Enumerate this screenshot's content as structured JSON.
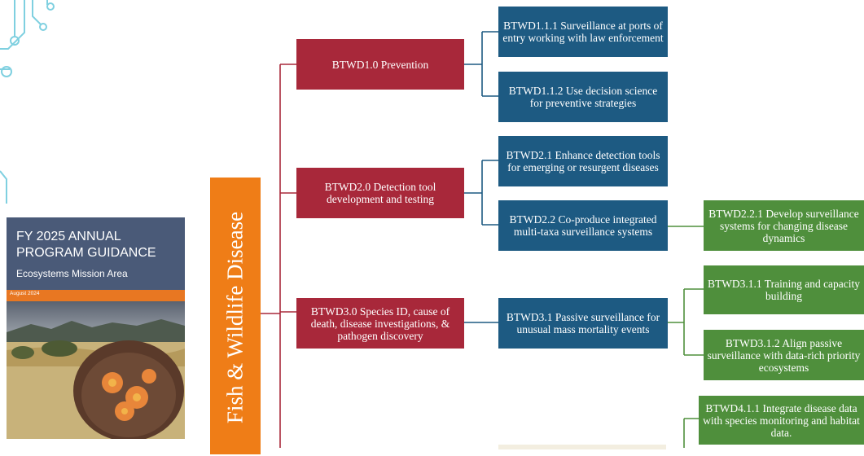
{
  "diagram": {
    "spine_label": "Fish & Wildlife Disease",
    "nodes": {
      "btwd1_0": "BTWD1.0 Prevention",
      "btwd1_1_1": "BTWD1.1.1 Surveillance at ports of entry working with law enforcement",
      "btwd1_1_2": "BTWD1.1.2 Use decision science for preventive strategies",
      "btwd2_0": "BTWD2.0 Detection tool development and testing",
      "btwd2_1": "BTWD2.1 Enhance detection tools for emerging or resurgent diseases",
      "btwd2_2": "BTWD2.2 Co-produce integrated multi-taxa surveillance systems",
      "btwd2_2_1": "BTWD2.2.1 Develop surveillance systems for changing disease dynamics",
      "btwd3_0": "BTWD3.0 Species ID, cause of death, disease investigations, & pathogen discovery",
      "btwd3_1": "BTWD3.1 Passive surveillance for unusual mass mortality events",
      "btwd3_1_1": "BTWD3.1.1 Training and capacity building",
      "btwd3_1_2": "BTWD3.1.2 Align passive surveillance with data-rich priority ecosystems",
      "btwd4_1_1": "BTWD4.1.1 Integrate disease data with species monitoring and habitat data."
    },
    "colors": {
      "level1": "#a8283a",
      "level2": "#1d5a82",
      "level3": "#4f8f3c",
      "spine": "#ef7d17"
    }
  },
  "cover": {
    "title": "FY 2025 ANNUAL PROGRAM GUIDANCE",
    "subtitle": "Ecosystems Mission Area",
    "date": "August 2024"
  }
}
